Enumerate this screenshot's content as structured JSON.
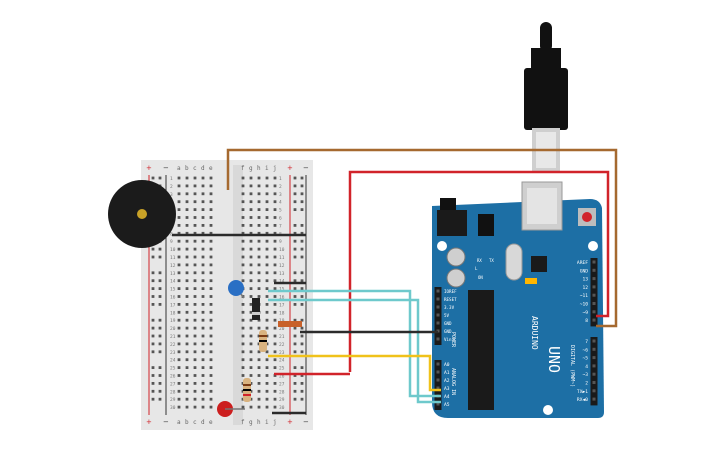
{
  "breadboard": {
    "col_letters_left": [
      "a",
      "b",
      "c",
      "d",
      "e"
    ],
    "col_letters_right": [
      "f",
      "g",
      "h",
      "i",
      "j"
    ],
    "row_numbers": [
      "1",
      "2",
      "3",
      "4",
      "5",
      "6",
      "7",
      "8",
      "9",
      "10",
      "11",
      "12",
      "13",
      "14",
      "15",
      "16",
      "17",
      "18",
      "19",
      "20",
      "21",
      "22",
      "23",
      "24",
      "25",
      "26",
      "27",
      "28",
      "29",
      "30"
    ],
    "rail_plus": "+",
    "rail_minus": "−"
  },
  "arduino": {
    "brand": "ARDUINO",
    "model": "UNO",
    "tx_label": "TX",
    "rx_label": "RX",
    "on_label": "ON",
    "l_label": "L",
    "power_header_title": "POWER",
    "power_pins": [
      "IOREF",
      "RESET",
      "3.3V",
      "5V",
      "GND",
      "GND",
      "Vin"
    ],
    "analog_header_title": "ANALOG IN",
    "analog_pins": [
      "A0",
      "A1",
      "A2",
      "A3",
      "A4",
      "A5"
    ],
    "digital_top": [
      "AREF",
      "GND",
      "13",
      "12",
      "~11",
      "~10",
      "~9",
      "8"
    ],
    "digital_bottom": [
      "7",
      "~6",
      "~5",
      "4",
      "~3",
      "2",
      "TX▶1",
      "RX◀0"
    ],
    "digital_header_title": "DIGITAL (PWM~)"
  },
  "components": {
    "buzzer": "piezo-buzzer",
    "usb": "usb-cable",
    "led_color": "#cc1f1f",
    "ceramic_cap_color": "#2a6fc4",
    "inductor_color": "#c8612a",
    "resistor_color": "#d9b380"
  },
  "wire_colors": {
    "brown": "#a5692f",
    "red": "#d1232a",
    "teal": "#6ec9cc",
    "yellow": "#f0c21a",
    "black": "#2b2b2b"
  }
}
